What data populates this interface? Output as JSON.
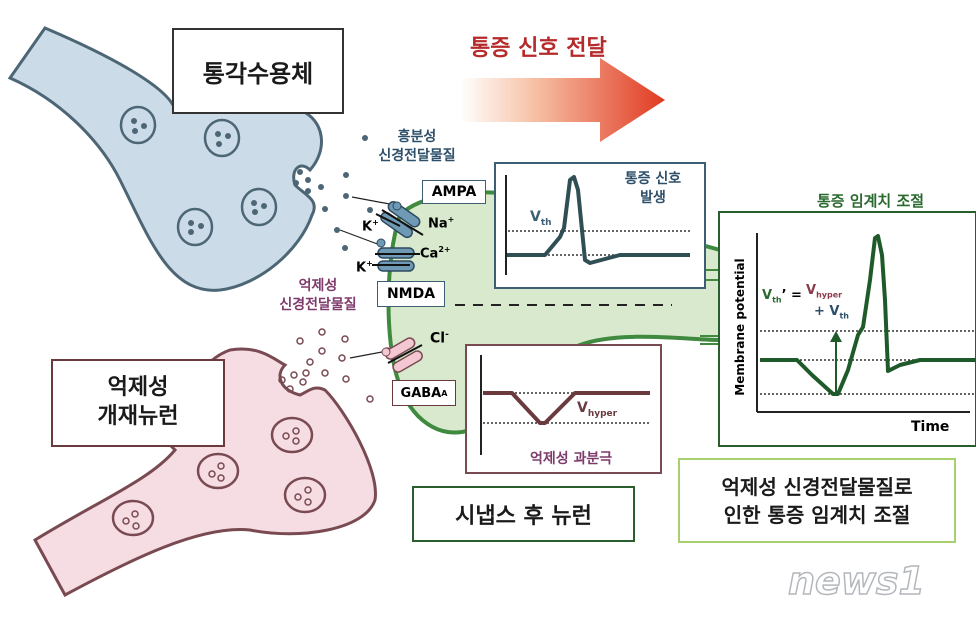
{
  "title": "통증 신호 전달",
  "colors": {
    "pain_neuron_fill": "#ccdbe8",
    "pain_neuron_stroke": "#4d6676",
    "inhib_neuron_fill": "#f5dde3",
    "inhib_neuron_stroke": "#7a4a52",
    "post_neuron_fill": "#d8e9cd",
    "post_neuron_stroke": "#3f8a3f",
    "excite_text": "#2e4f6a",
    "inhib_text": "#7d3a6b",
    "threshold_green": "#2a5e2f",
    "arrow_red": "#e03a22",
    "title_red": "#b52a2a"
  },
  "labels": {
    "nociceptor": "통각수용체",
    "inhibitory_interneuron_line1": "억제성",
    "inhibitory_interneuron_line2": "개재뉴런",
    "postsynaptic_neuron": "시냅스 후 뉴런",
    "excitatory_nt_line1": "흥분성",
    "excitatory_nt_line2": "신경전달물질",
    "inhibitory_nt_line1": "억제성",
    "inhibitory_nt_line2": "신경전달물질",
    "summary_line1": "억제성 신경전달물질로",
    "summary_line2": "인한 통증 임계치 조절",
    "threshold_title": "통증 임계치 조절"
  },
  "receptors": {
    "ampa": "AMPA",
    "nmda": "NMDA",
    "gaba_a": "GABA",
    "gaba_a_sub": "A"
  },
  "ions": {
    "k1": "K",
    "k1_sup": "+",
    "na": "Na",
    "na_sup": "+",
    "k2": "K",
    "k2_sup": "+",
    "ca": "Ca",
    "ca_sup": "2+",
    "cl": "Cl",
    "cl_sup": "-"
  },
  "charts": {
    "pain_signal": {
      "title_line1": "통증 신호",
      "title_line2": "발생",
      "vth_label": "V",
      "vth_sub": "th"
    },
    "hyperpolarization": {
      "title": "억제성 과분극",
      "vhyper_label": "V",
      "vhyper_sub": "hyper"
    },
    "threshold": {
      "ylabel": "Membrane potential",
      "xlabel": "Time",
      "eq_lhs": "V",
      "eq_lhs_sub": "th",
      "eq_prime": "’ =",
      "eq_rhs1": "V",
      "eq_rhs1_sub": "hyper",
      "eq_plus": "+ V",
      "eq_rhs2_sub": "th"
    }
  },
  "watermark": "news1"
}
